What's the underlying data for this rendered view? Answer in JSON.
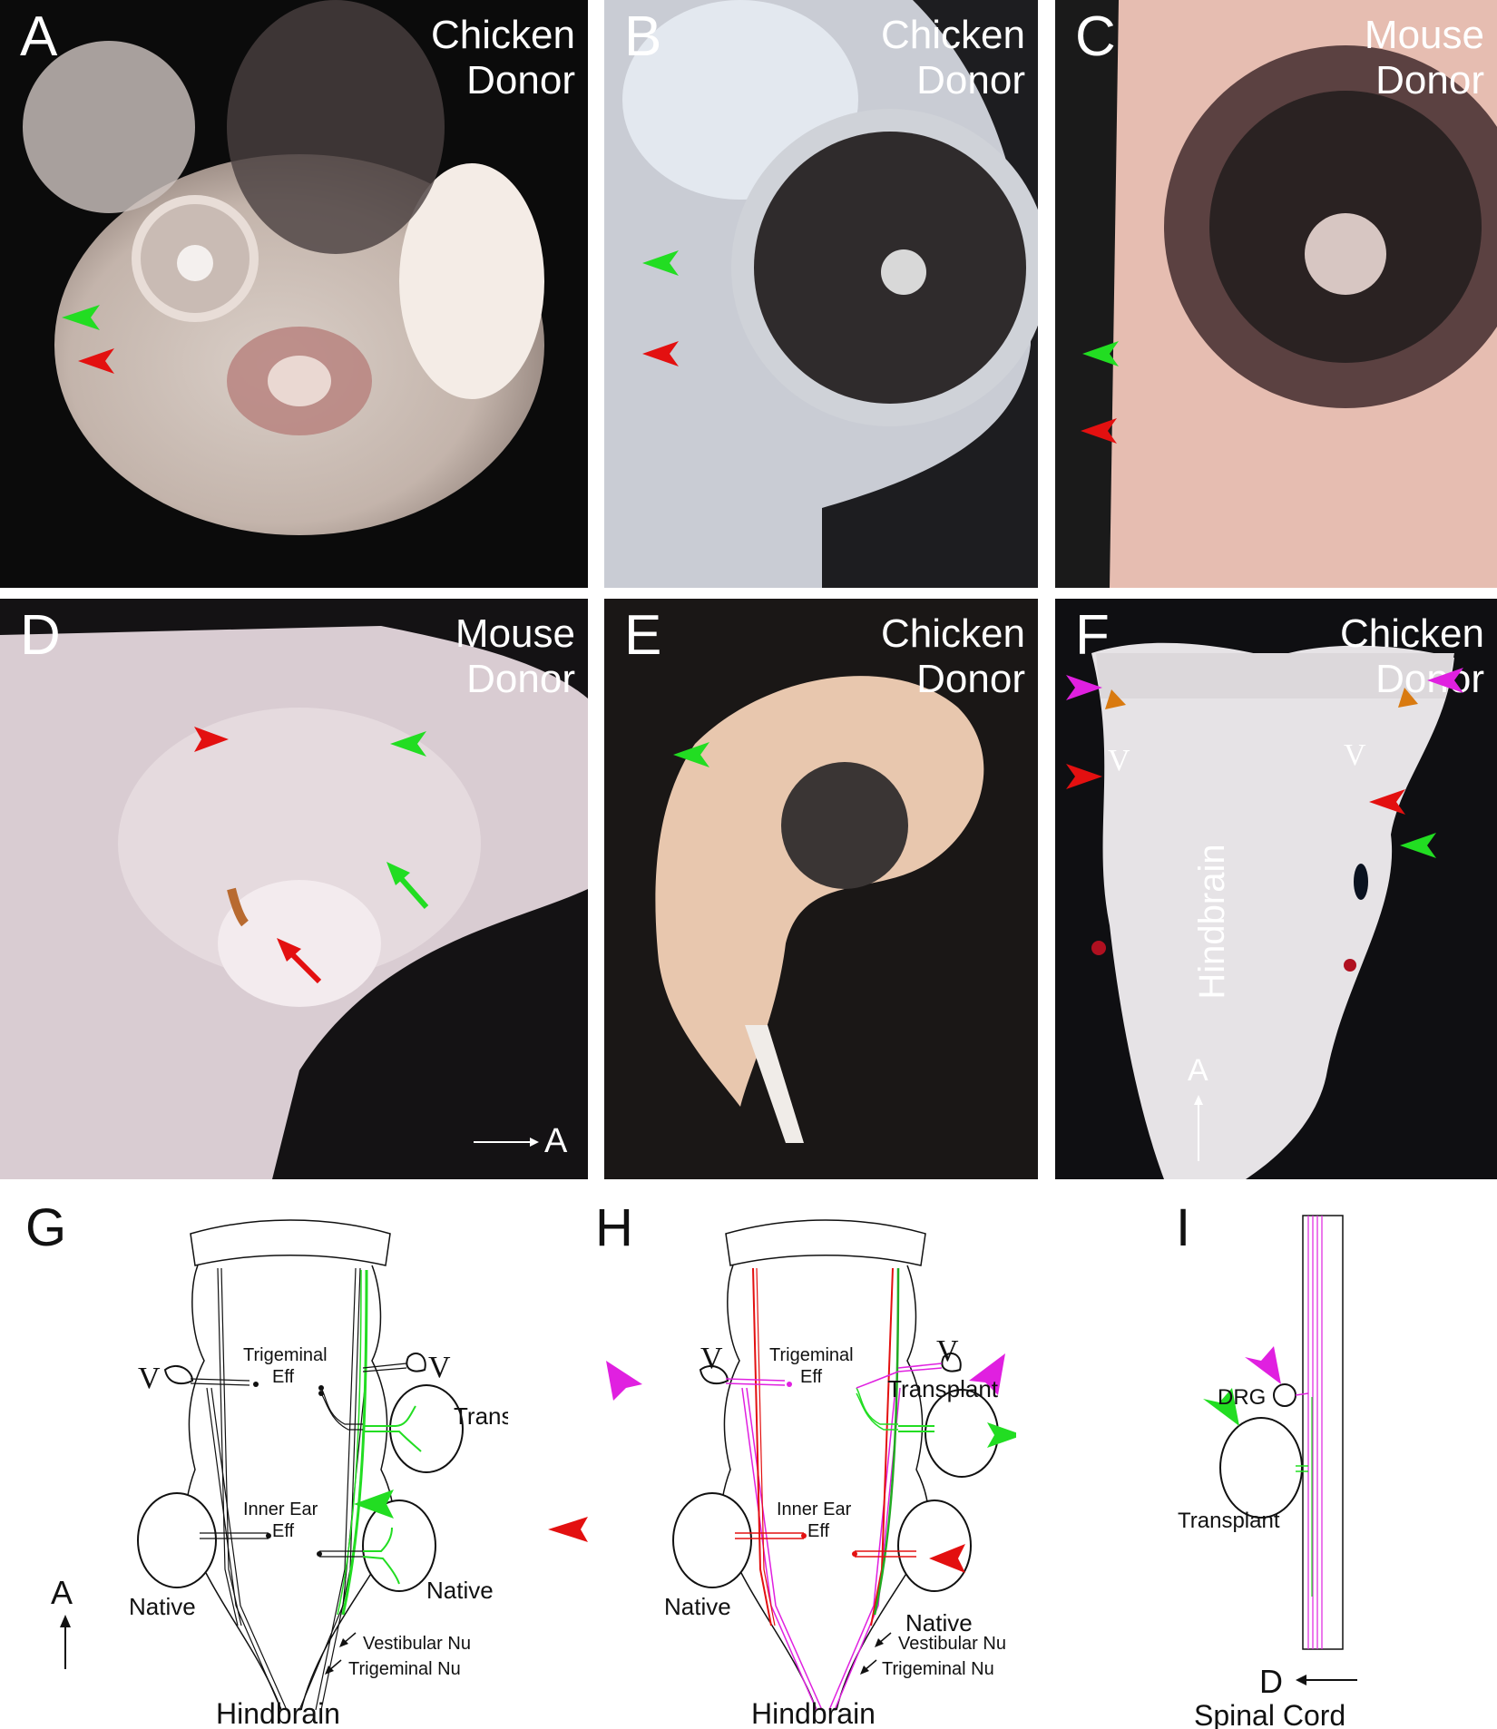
{
  "panels": [
    {
      "letter": "A",
      "donor_line1": "Chicken",
      "donor_line2": "Donor"
    },
    {
      "letter": "B",
      "donor_line1": "Chicken",
      "donor_line2": "Donor"
    },
    {
      "letter": "C",
      "donor_line1": "Mouse",
      "donor_line2": "Donor"
    },
    {
      "letter": "D",
      "donor_line1": "Mouse",
      "donor_line2": "Donor",
      "axis": "A"
    },
    {
      "letter": "E",
      "donor_line1": "Chicken",
      "donor_line2": "Donor"
    },
    {
      "letter": "F",
      "donor_line1": "Chicken",
      "donor_line2": "Donor",
      "axis": "A",
      "v_left": "V",
      "v_right": "V",
      "center_text": "Hindbrain"
    }
  ],
  "diagram_g": {
    "letter": "G",
    "v_left": "V",
    "v_right": "V",
    "trigeminal": "Trigeminal",
    "eff1": "Eff",
    "inner_ear": "Inner Ear",
    "eff2": "Eff",
    "transplant": "Transplant",
    "native_left": "Native",
    "native_right": "Native",
    "vestibular_nu": "Vestibular Nu",
    "trigeminal_nu": "Trigeminal Nu",
    "title": "Hindbrain",
    "axis": "A"
  },
  "diagram_h": {
    "letter": "H",
    "v_left": "V",
    "v_right": "V",
    "trigeminal": "Trigeminal",
    "eff1": "Eff",
    "inner_ear": "Inner Ear",
    "eff2": "Eff",
    "transplant": "Transplant",
    "native_left": "Native",
    "native_right": "Native",
    "vestibular_nu": "Vestibular Nu",
    "trigeminal_nu": "Trigeminal Nu",
    "title": "Hindbrain"
  },
  "diagram_i": {
    "letter": "I",
    "drg": "DRG",
    "transplant": "Transplant",
    "axis": "D",
    "title": "Spinal Cord"
  },
  "colors": {
    "green": "#22dd22",
    "red": "#e31010",
    "magenta": "#e020e0",
    "orange": "#d97a10"
  }
}
